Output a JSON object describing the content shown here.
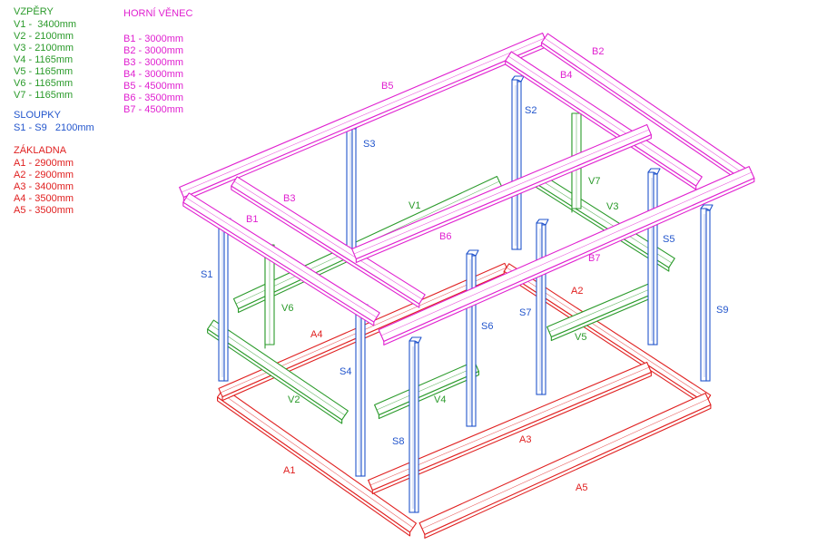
{
  "legend": {
    "vzpery": {
      "title": "VZPĚRY",
      "items": [
        "V1 -  3400mm",
        "V2 - 2100mm",
        "V3 - 2100mm",
        "V4 - 1165mm",
        "V5 - 1165mm",
        "V6 - 1165mm",
        "V7 - 1165mm"
      ]
    },
    "sloupky": {
      "title": "SLOUPKY",
      "items": [
        "S1 - S9   2100mm"
      ]
    },
    "zakladna": {
      "title": "ZÁKLADNA",
      "items": [
        "A1 - 2900mm",
        "A2 - 2900mm",
        "A3 - 3400mm",
        "A4 - 3500mm",
        "A5 - 3500mm"
      ]
    },
    "horni_venec": {
      "title": "HORNÍ VĚNEC",
      "items": [
        "B1 - 3000mm",
        "B2 - 3000mm",
        "B3 - 3000mm",
        "B4 - 3000mm",
        "B5 - 4500mm",
        "B6 - 3500mm",
        "B7 - 4500mm"
      ]
    }
  },
  "colors": {
    "vzpery": "#2a9a2a",
    "sloupky": "#2255cc",
    "zakladna": "#e02020",
    "horni_venec": "#e020d0",
    "background": "#ffffff"
  },
  "labels": {
    "A1": "A1",
    "A2": "A2",
    "A3": "A3",
    "A4": "A4",
    "A5": "A5",
    "B1": "B1",
    "B2": "B2",
    "B3": "B3",
    "B4": "B4",
    "B5": "B5",
    "B6": "B6",
    "B7": "B7",
    "S1": "S1",
    "S2": "S2",
    "S3": "S3",
    "S4": "S4",
    "S5": "S5",
    "S6": "S6",
    "S7": "S7",
    "S8": "S8",
    "S9": "S9",
    "V1": "V1",
    "V2": "V2",
    "V3": "V3",
    "V4": "V4",
    "V5": "V5",
    "V6": "V6",
    "V7": "V7"
  }
}
